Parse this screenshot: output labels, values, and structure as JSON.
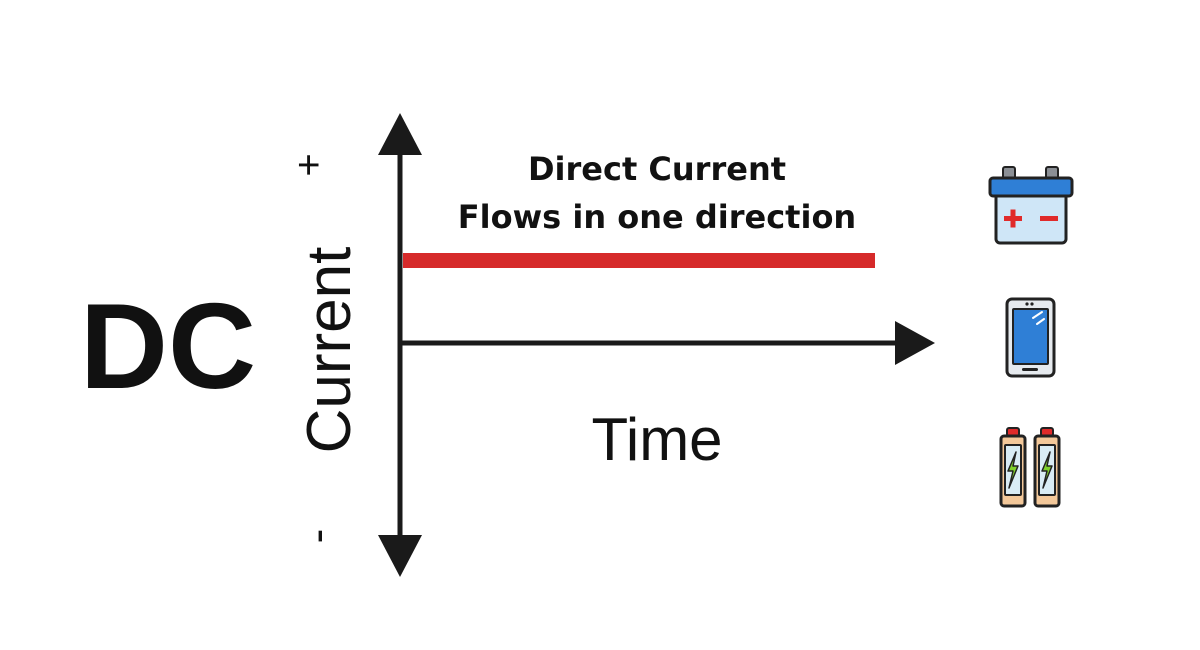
{
  "title": "DC",
  "y_axis": {
    "label": "Current",
    "positive_sign": "+",
    "negative_sign": "-"
  },
  "x_axis": {
    "label": "Time"
  },
  "annotation": {
    "line1": "Direct Current",
    "line2": "Flows in one direction"
  },
  "colors": {
    "axis": "#1a1a1a",
    "current_line": "#d62a2a",
    "text": "#111111"
  },
  "icons": [
    "car-battery-icon",
    "smartphone-icon",
    "aa-batteries-icon"
  ]
}
